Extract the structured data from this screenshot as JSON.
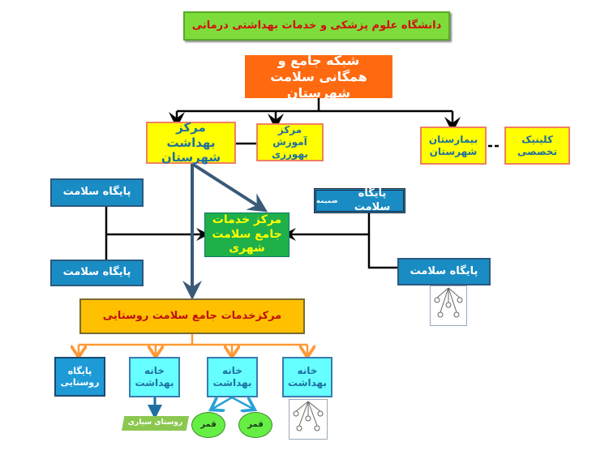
{
  "title": "دانشگاه علوم پزشکی و خدمات بهداشتی درمانی",
  "network": "شبکه جامع و همگانی سلامت شهرستان",
  "district_health_center": "مرکز بهداشت شهرستان",
  "behvarz_training_center": "مرکز آموزش بهورزی",
  "district_hospital": "بیمارستان شهرستان",
  "specialty_clinic": "کلینیک تخصصی",
  "health_post": "پایگاه سلامت",
  "health_post_annex": "پایگاه سلامت",
  "annex_label": "ضمیمه",
  "urban_center": "مرکز خدمات جامع سلامت شهری",
  "rural_center": "مرکزخدمات جامع سلامت روستایی",
  "rural_health_post": "پایگاه روستایی",
  "health_house": "خانه بهداشت",
  "mobile_village": "روستای سیاری",
  "satellite": "قمر",
  "colors": {
    "title_bg": "#7ddc3a",
    "network_bg": "#ff6a10",
    "urban_bg": "#1fb04a",
    "rural_bg": "#ffc000",
    "arrow_dark": "#3a5a78",
    "arrow_orange": "#ff9933"
  }
}
